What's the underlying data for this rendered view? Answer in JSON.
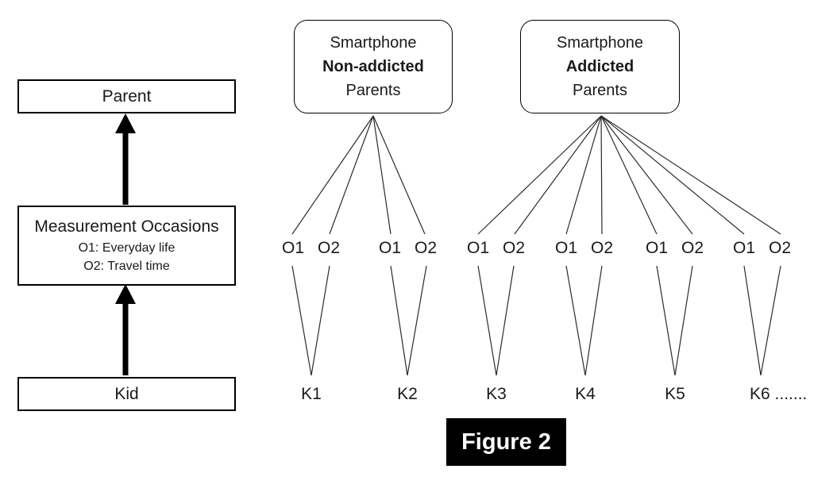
{
  "figure": {
    "caption": "Figure 2"
  },
  "left_panel": {
    "parent_label": "Parent",
    "measurement": {
      "title": "Measurement Occasions",
      "line1": "O1: Everyday life",
      "line2": "O2: Travel time"
    },
    "kid_label": "Kid"
  },
  "groups": [
    {
      "line1": "Smartphone",
      "line2": "Non-addicted",
      "line3": "Parents"
    },
    {
      "line1": "Smartphone",
      "line2": "Addicted",
      "line3": "Parents"
    }
  ],
  "occasions": [
    "O1",
    "O2",
    "O1",
    "O2",
    "O1",
    "O2",
    "O1",
    "O2",
    "O1",
    "O2",
    "O1",
    "O2"
  ],
  "kids": [
    "K1",
    "K2",
    "K3",
    "K4",
    "K5",
    "K6 ......."
  ],
  "colors": {
    "line": "#2b2b2b",
    "arrow": "#000000",
    "background": "#ffffff",
    "caption_bg": "#000000",
    "caption_fg": "#ffffff"
  }
}
